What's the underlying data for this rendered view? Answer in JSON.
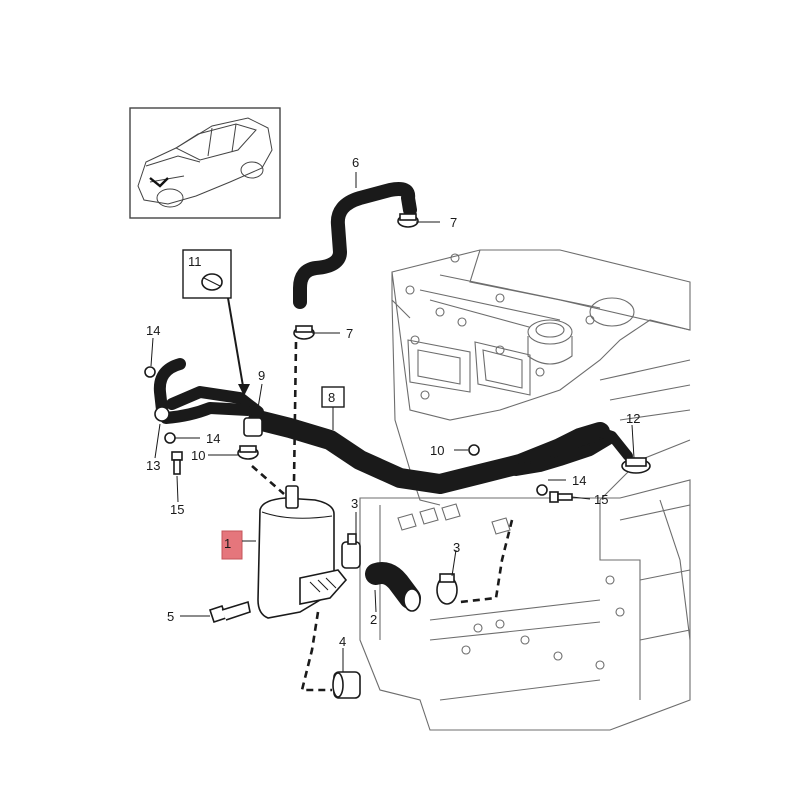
{
  "callouts": {
    "c1": "1",
    "c2": "2",
    "c3a": "3",
    "c3b": "3",
    "c4": "4",
    "c5": "5",
    "c6": "6",
    "c7a": "7",
    "c7b": "7",
    "c8": "8",
    "c9": "9",
    "c10a": "10",
    "c10b": "10",
    "c11": "11",
    "c12": "12",
    "c13": "13",
    "c14a": "14",
    "c14b": "14",
    "c14c": "14",
    "c15a": "15",
    "c15b": "15"
  },
  "colors": {
    "highlight": "#e5767c",
    "line": "#1a1a1a",
    "engine": "#6d6d6d"
  }
}
